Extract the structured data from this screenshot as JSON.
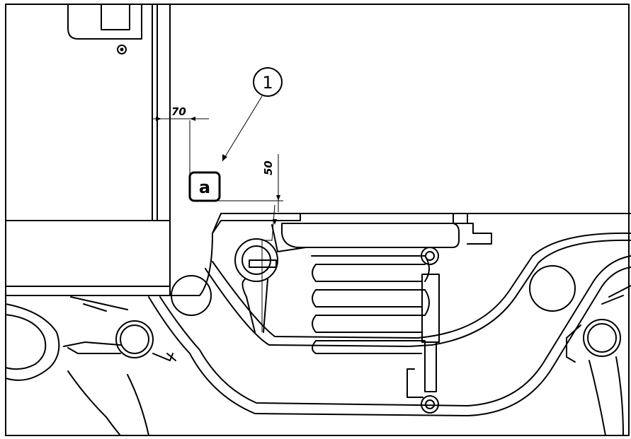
{
  "labels": {
    "dim_horizontal": "70",
    "dim_vertical": "50",
    "balloon_number": "1",
    "detail_marker": "a"
  }
}
